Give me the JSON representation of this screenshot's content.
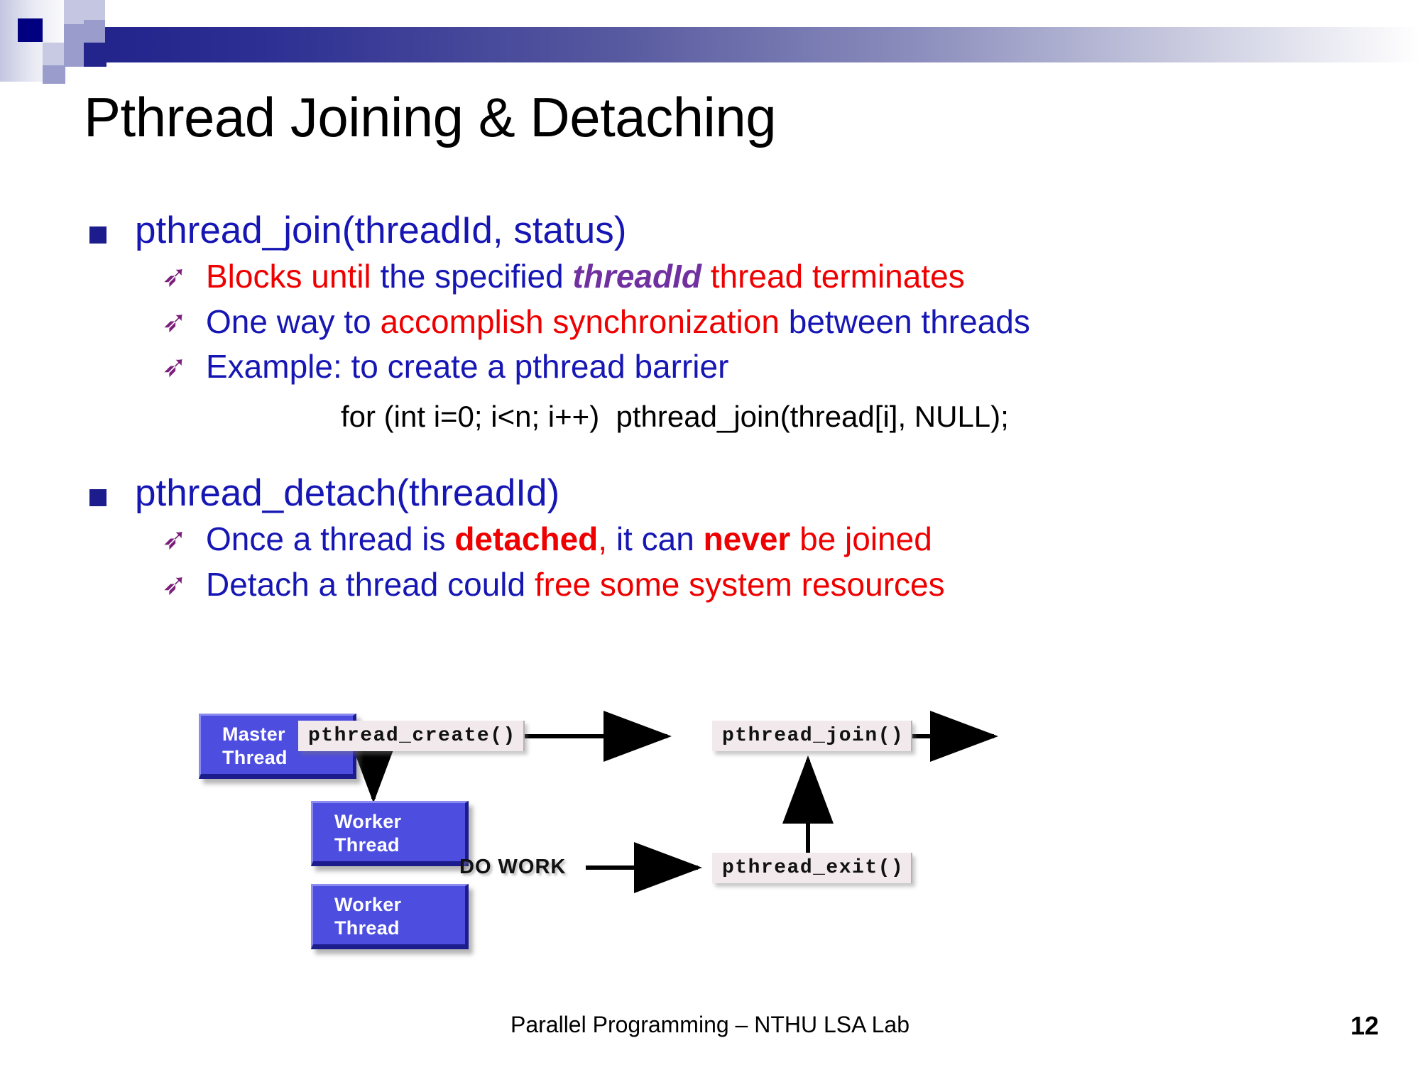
{
  "slide": {
    "title": "Pthread Joining & Detaching",
    "footer": "Parallel Programming – NTHU LSA Lab",
    "page_number": "12"
  },
  "colors": {
    "bullet_navy": "#1c1c8c",
    "text_blue": "#1616b4",
    "text_red": "#ee0000",
    "text_purple": "#7030a0",
    "arrow_bullet_purple": "#7b1f7b",
    "box_blue": "#4d4de0",
    "chip_background": "#f2e9ec",
    "header_gradient_start": "#23248c",
    "header_gradient_end": "#ffffff"
  },
  "icons": {
    "square_bullet": "square-bullet-icon",
    "arrow_bullet": "➢"
  },
  "content": {
    "bullet1": {
      "heading": "pthread_join(threadId, status)",
      "subs": [
        {
          "runs": [
            {
              "text": "Blocks until ",
              "style": "red"
            },
            {
              "text": "the specified ",
              "style": "blue"
            },
            {
              "text": "threadId",
              "style": "purple-bold-italic"
            },
            {
              "text": " thread terminates",
              "style": "red"
            }
          ]
        },
        {
          "runs": [
            {
              "text": "One way to ",
              "style": "blue"
            },
            {
              "text": "accomplish synchronization",
              "style": "red"
            },
            {
              "text": " between threads",
              "style": "blue"
            }
          ]
        },
        {
          "runs": [
            {
              "text": "Example: to create a pthread barrier",
              "style": "blue"
            }
          ]
        }
      ],
      "code": "for (int i=0; i<n; i++)  pthread_join(thread[i], NULL);"
    },
    "bullet2": {
      "heading": "pthread_detach(threadId)",
      "subs": [
        {
          "runs": [
            {
              "text": "Once a thread is ",
              "style": "blue"
            },
            {
              "text": "detached",
              "style": "red-bold"
            },
            {
              "text": ", ",
              "style": "red"
            },
            {
              "text": "it can ",
              "style": "blue"
            },
            {
              "text": "never",
              "style": "red-bold"
            },
            {
              "text": " be joined",
              "style": "red"
            }
          ]
        },
        {
          "runs": [
            {
              "text": "Detach a thread could ",
              "style": "blue"
            },
            {
              "text": "free some system resources",
              "style": "red"
            }
          ]
        }
      ]
    }
  },
  "diagram": {
    "boxes": [
      {
        "name": "master-thread-box",
        "line1": "Master",
        "line2": "Thread"
      },
      {
        "name": "worker-thread-box-1",
        "line1": "Worker",
        "line2": "Thread"
      },
      {
        "name": "worker-thread-box-2",
        "line1": "Worker",
        "line2": "Thread"
      }
    ],
    "chips": [
      {
        "name": "pthread-create-chip",
        "label": "pthread_create()"
      },
      {
        "name": "pthread-join-chip",
        "label": "pthread_join()"
      },
      {
        "name": "pthread-exit-chip",
        "label": "pthread_exit()"
      }
    ],
    "do_work_label": "DO WORK"
  }
}
